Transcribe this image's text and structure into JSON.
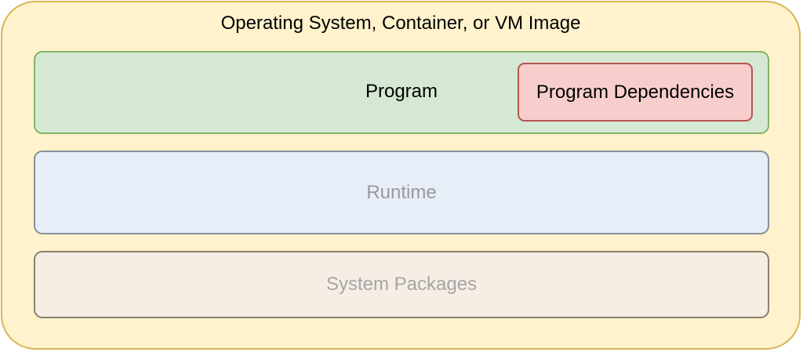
{
  "container": {
    "title": "Operating System, Container, or VM Image"
  },
  "layers": {
    "program": "Program",
    "program_dependencies": "Program Dependencies",
    "runtime": "Runtime",
    "system_packages": "System Packages"
  },
  "colors": {
    "container_fill": "#fff2cc",
    "container_stroke": "#d6b656",
    "program_fill": "#d5e8d4",
    "program_stroke": "#82b366",
    "dependencies_fill": "#f8cecc",
    "dependencies_stroke": "#b85450",
    "runtime_fill": "#e8eef7",
    "packages_fill": "#f6ede5"
  }
}
